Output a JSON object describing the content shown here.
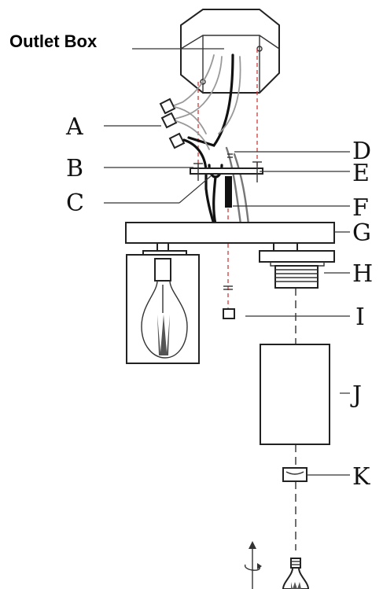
{
  "title": "Outlet Box",
  "labels": {
    "A": "A",
    "B": "B",
    "C": "C",
    "D": "D",
    "E": "E",
    "F": "F",
    "G": "G",
    "H": "H",
    "I": "I",
    "J": "J",
    "K": "K"
  }
}
